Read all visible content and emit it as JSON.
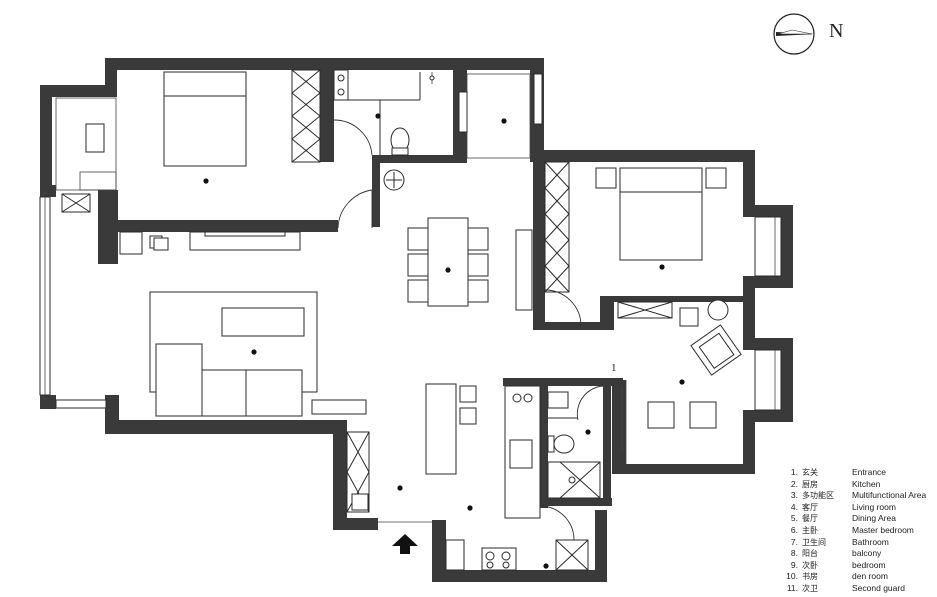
{
  "compass": {
    "label": "N"
  },
  "marker_text": "1",
  "legend": [
    {
      "num": "1.",
      "cn": "玄关",
      "en": "Entrance"
    },
    {
      "num": "2.",
      "cn": "厨房",
      "en": "Kitchen"
    },
    {
      "num": "3.",
      "cn": "多功能区",
      "en": "Multifunctional  Area"
    },
    {
      "num": "4.",
      "cn": "客厅",
      "en": "Living room"
    },
    {
      "num": "5.",
      "cn": "餐厅",
      "en": "Dining   Area"
    },
    {
      "num": "6.",
      "cn": "主卧",
      "en": "Master bedroom"
    },
    {
      "num": "7.",
      "cn": "卫生间",
      "en": "Bathroom"
    },
    {
      "num": "8.",
      "cn": "阳台",
      "en": "balcony"
    },
    {
      "num": "9.",
      "cn": "次卧",
      "en": "bedroom"
    },
    {
      "num": "10.",
      "cn": "书房",
      "en": "den room"
    },
    {
      "num": "11.",
      "cn": "次卫",
      "en": "Second guard"
    }
  ]
}
